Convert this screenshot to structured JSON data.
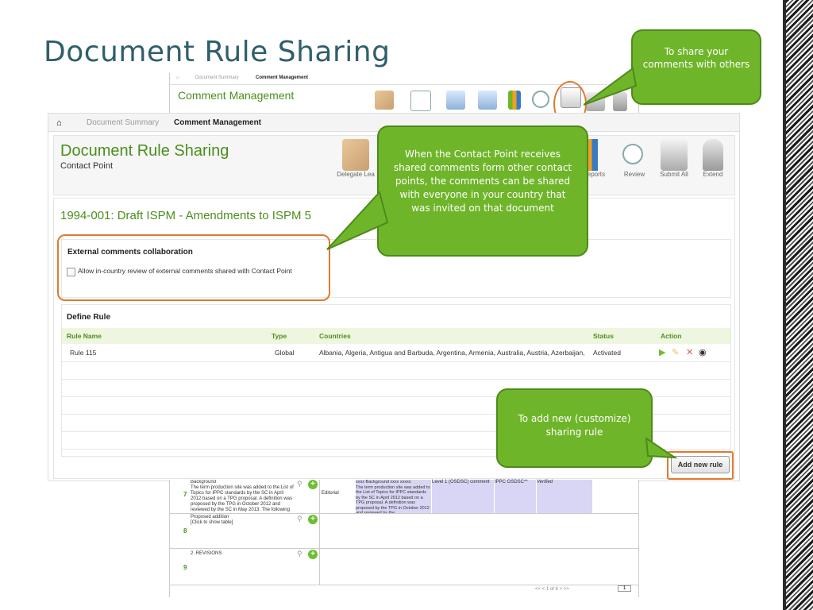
{
  "slide": {
    "title": "Document Rule Sharing"
  },
  "background_app": {
    "breadcrumb": [
      "Document Summary",
      "Comment Management"
    ],
    "title": "Comment Management"
  },
  "app": {
    "breadcrumb": {
      "home": "⌂",
      "items": [
        "Document Summary",
        "Comment Management"
      ]
    },
    "page_title": "Document Rule Sharing",
    "page_subtitle": "Contact Point",
    "toolbar": [
      {
        "label": "Delegate Lea",
        "icon": "hand-icon"
      },
      {
        "label": "Reports",
        "icon": "bar-chart-icon"
      },
      {
        "label": "Review",
        "icon": "magnifier-icon"
      },
      {
        "label": "Submit All",
        "icon": "envelope-icon"
      },
      {
        "label": "Extend",
        "icon": "padlock-icon"
      }
    ],
    "document_title": "1994-001: Draft ISPM - Amendments to ISPM 5",
    "external": {
      "title": "External comments collaboration",
      "checkbox_label": "Allow in-country review of external comments shared with Contact Point",
      "checked": false
    },
    "define_rule": {
      "title": "Define Rule",
      "headers": [
        "Rule Name",
        "Type",
        "Countries",
        "Status",
        "Action"
      ],
      "rows": [
        {
          "name": "Rule 115",
          "type": "Global",
          "countries": "Albania, Algeria, Antigua and Barbuda, Argentina, Armenia, Australia, Austria, Azerbaijan,",
          "status": "Activated"
        }
      ]
    },
    "add_button": "Add new rule"
  },
  "bottom_table": {
    "rows": [
      {
        "num": "7",
        "text": "Background\nThe term production site was added to the List of Topics for IPPC standards by the SC in April 2012 based on a TPG proposal. A definition was proposed by the TPG in October 2012 and reviewed by the SC in May 2013. The following explanatory points may be considered",
        "type": "Editorial",
        "right_text": "xxxx Background xxxx xxxxx\nThe term production site was added to the List of Topics for IPPC standards by the SC in April 2012 based on a TPG proposal. A definition was proposed by the TPG in October 2012 and reviewed by the",
        "level": "Level 1 (OSDSC) comment",
        "group": "IPPC OSDSC**",
        "verified": "Verified"
      },
      {
        "num": "8",
        "text": "Proposed addition\n[Click to show table]"
      },
      {
        "num": "9",
        "text": "2. REVISIONS"
      }
    ],
    "pager": "<<   <   1  of  6   >   >>",
    "page_select": "1"
  },
  "callouts": {
    "share": "To share your comments with others",
    "contact_point": "When  the Contact Point receives shared comments form other contact points, the comments can be shared with everyone in your country that was invited on that document",
    "add_rule": "To add new (customize) sharing rule"
  },
  "colors": {
    "accent": "#4a8f1c",
    "callout": "#6fb52a",
    "highlight": "#e07a2e",
    "title": "#2f5f6b"
  }
}
